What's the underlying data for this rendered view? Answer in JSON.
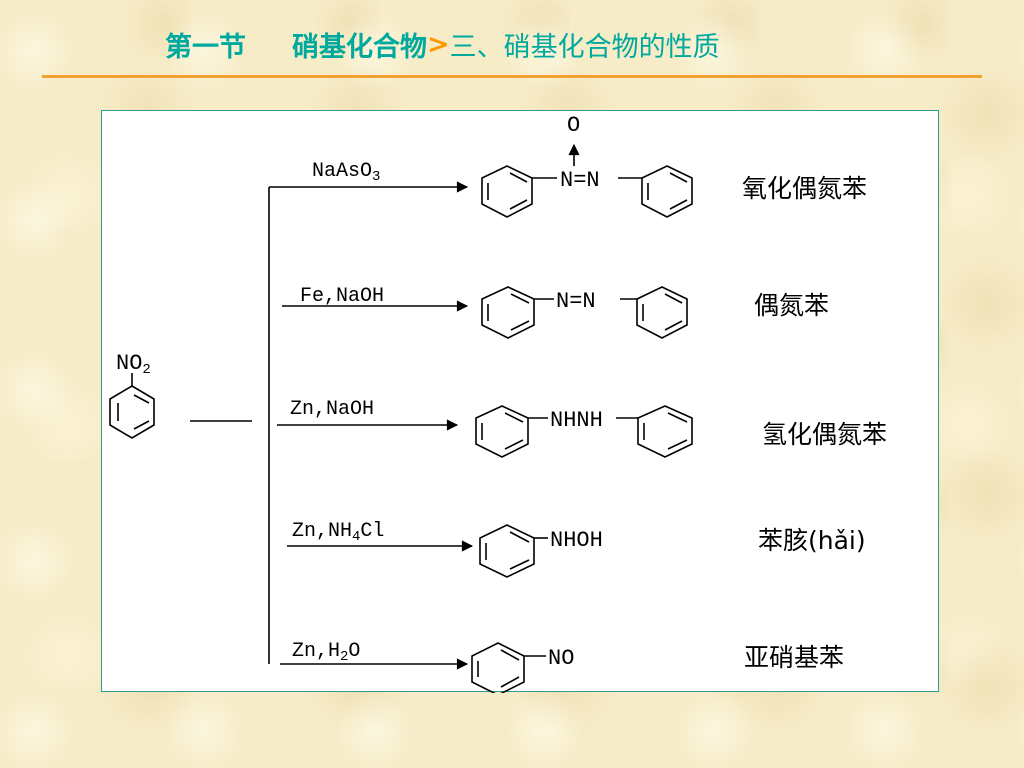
{
  "title": {
    "part1": "第一节",
    "part2": "硝基化合物",
    "arrow": ">",
    "part3": "三、硝基化合物的性质"
  },
  "colors": {
    "title": "#00a99d",
    "accent": "#ff9900",
    "rule": "#f2a233",
    "panel_border": "#2e9d8c"
  },
  "reactant": {
    "group": "NO",
    "sub": "2"
  },
  "reactions": [
    {
      "reagent": {
        "a": "NaAsO",
        "b": "3",
        "c": ""
      },
      "product": {
        "link": "N=N",
        "top": "O"
      },
      "name": "氧化偶氮苯"
    },
    {
      "reagent": {
        "a": "Fe,NaOH",
        "b": "",
        "c": ""
      },
      "product": {
        "link": "N=N"
      },
      "name": "偶氮苯"
    },
    {
      "reagent": {
        "a": "Zn,NaOH",
        "b": "",
        "c": ""
      },
      "product": {
        "link": "NHNH"
      },
      "name": "氢化偶氮苯"
    },
    {
      "reagent": {
        "a": "Zn,NH",
        "b": "4",
        "c": "Cl"
      },
      "product": {
        "link": "NHOH"
      },
      "name": "苯胲(hǎi)"
    },
    {
      "reagent": {
        "a": "Zn,H",
        "b": "2",
        "c": "O"
      },
      "product": {
        "link": "NO"
      },
      "name": "亚硝基苯"
    }
  ]
}
